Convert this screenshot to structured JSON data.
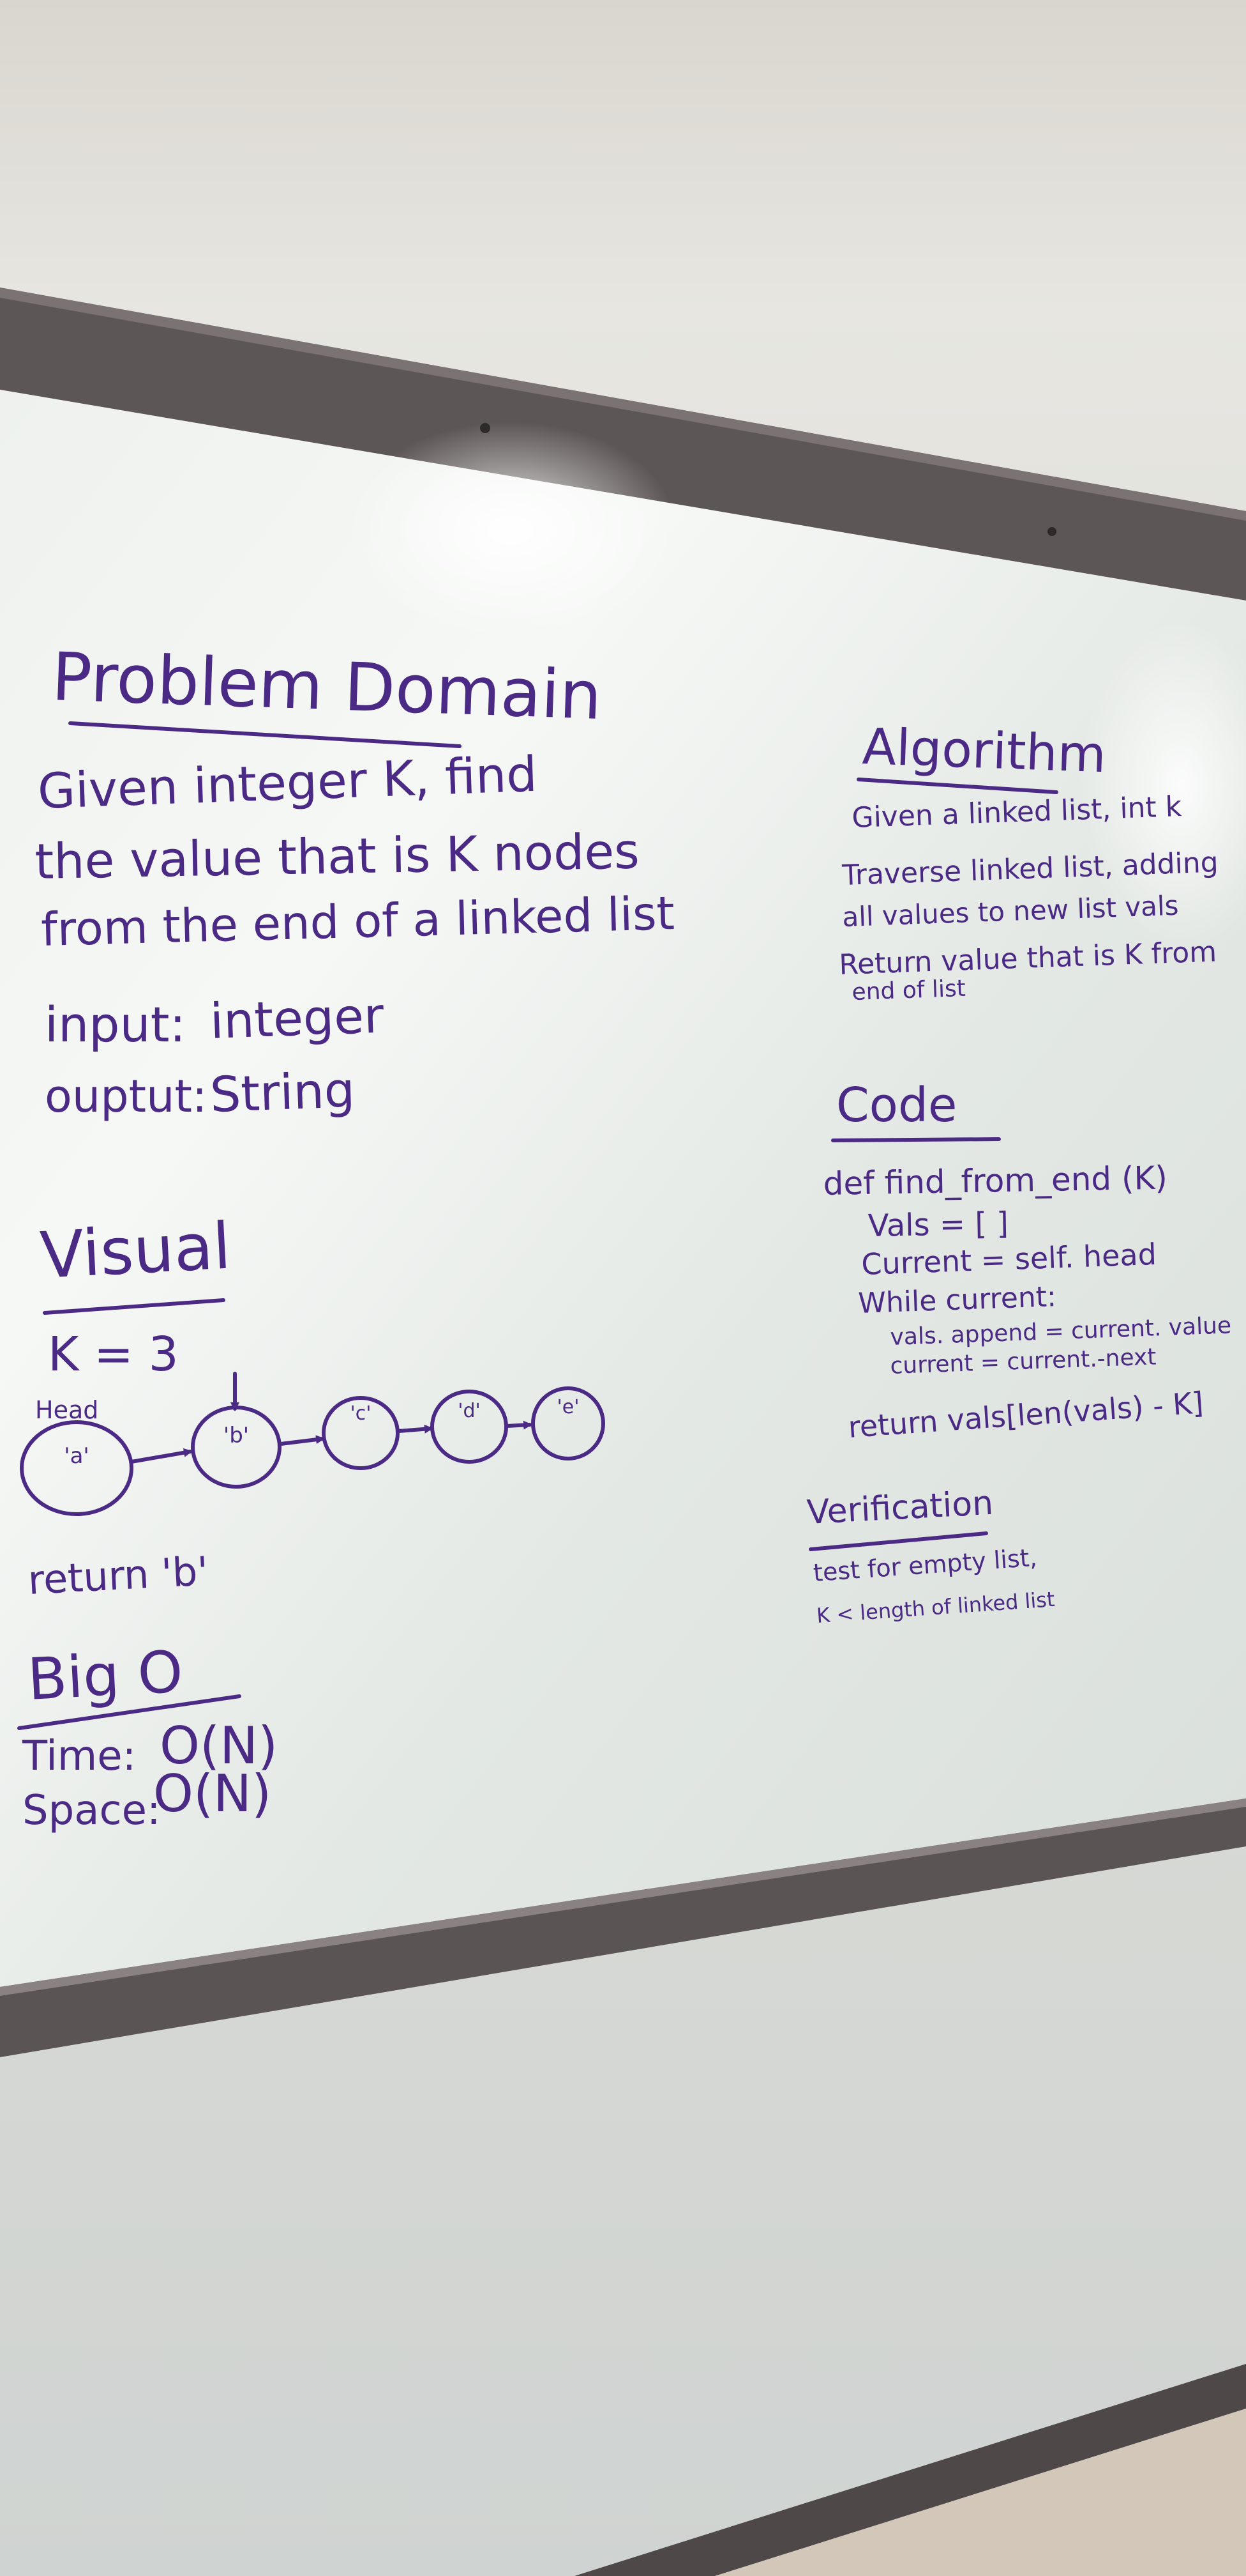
{
  "problem_domain": {
    "heading": "Problem Domain",
    "description_lines": [
      "Given integer K, find",
      "the value that is K nodes",
      "from the end of a linked list"
    ],
    "input_label": "input:",
    "input_value": "integer",
    "output_label": "ouptut:",
    "output_value": "String"
  },
  "visual": {
    "heading": "Visual",
    "k_label": "K = 3",
    "head_label": "Head",
    "nodes": [
      "'a'",
      "'b'",
      "'c'",
      "'d'",
      "'e'"
    ],
    "return_text": "return 'b'"
  },
  "big_o": {
    "heading": "Big O",
    "time_label": "Time:",
    "time_value": "O(N)",
    "space_label": "Space:",
    "space_value": "O(N)"
  },
  "algorithm": {
    "heading": "Algorithm",
    "lines": [
      "Given a linked list, int k",
      "Traverse linked list, adding",
      "all values to new list vals",
      "Return value that is K from",
      "end of list"
    ]
  },
  "code": {
    "heading": "Code",
    "lines": [
      "def find_from_end (K)",
      "Vals = [ ]",
      "Current = self. head",
      "While current:",
      "vals. append = current. value",
      "current = current.-next",
      "return vals[len(vals) - K]"
    ]
  },
  "verification": {
    "heading": "Verification",
    "lines": [
      "test for empty list,",
      "K < length of linked list"
    ]
  },
  "colors": {
    "ink": "#4b2a86",
    "board": "#e8ece8",
    "frame": "#5b5555",
    "wall": "#dcdcd6"
  }
}
